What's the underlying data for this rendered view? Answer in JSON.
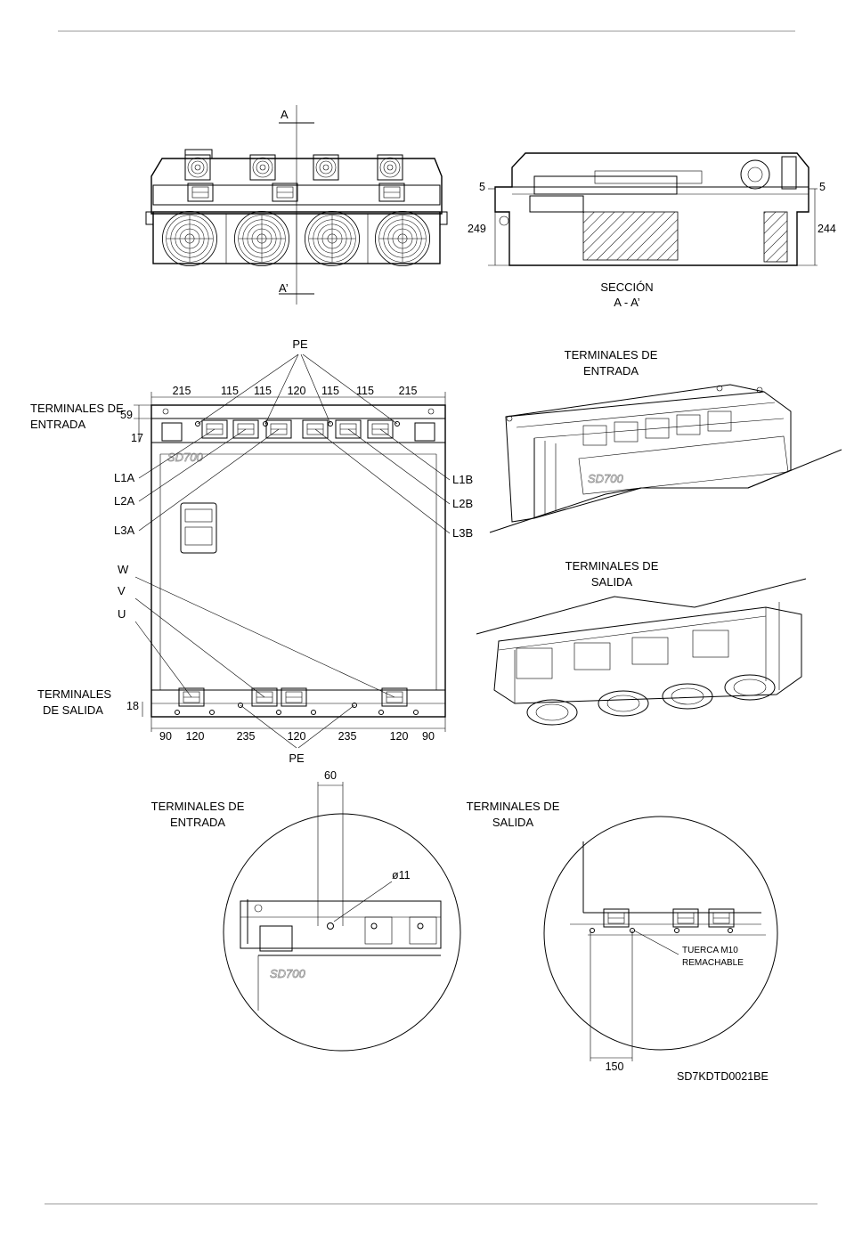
{
  "top_view": {
    "section_top": "A",
    "section_bottom": "A’"
  },
  "section_view": {
    "dim_left_small": "5",
    "dim_right_small": "5",
    "dim_left_height": "249",
    "dim_right_height": "244",
    "caption_line1": "SECCIÓN",
    "caption_line2": "A - A’"
  },
  "front_view": {
    "pe_top": "PE",
    "pe_bottom": "PE",
    "input_terminals_line1": "TERMINALES DE",
    "input_terminals_line2": "ENTRADA",
    "output_terminals_line1": "TERMINALES",
    "output_terminals_line2": "DE SALIDA",
    "top_dims": [
      "215",
      "115",
      "115",
      "120",
      "115",
      "115",
      "215"
    ],
    "dim_59": "59",
    "dim_17": "17",
    "dim_18": "18",
    "bottom_dims": [
      "90",
      "120",
      "235",
      "120",
      "235",
      "120",
      "90"
    ],
    "left_labels": [
      "L1A",
      "L2A",
      "L3A"
    ],
    "right_labels": [
      "L1B",
      "L2B",
      "L3B"
    ],
    "output_labels": [
      "W",
      "V",
      "U"
    ],
    "panel_logo": "SD700"
  },
  "iso_input": {
    "title_line1": "TERMINALES DE",
    "title_line2": "ENTRADA",
    "logo": "SD700"
  },
  "iso_output": {
    "title_line1": "TERMINALES DE",
    "title_line2": "SALIDA"
  },
  "detail_input": {
    "title_line1": "TERMINALES DE",
    "title_line2": "ENTRADA",
    "dim_width": "60",
    "dim_hole": "ø11",
    "logo": "SD700"
  },
  "detail_output": {
    "title_line1": "TERMINALES DE",
    "title_line2": "SALIDA",
    "nut_line1": "TUERCA M10",
    "nut_line2": "REMACHABLE",
    "dim_width": "150"
  },
  "drawing_code": "SD7KDTD0021BE"
}
